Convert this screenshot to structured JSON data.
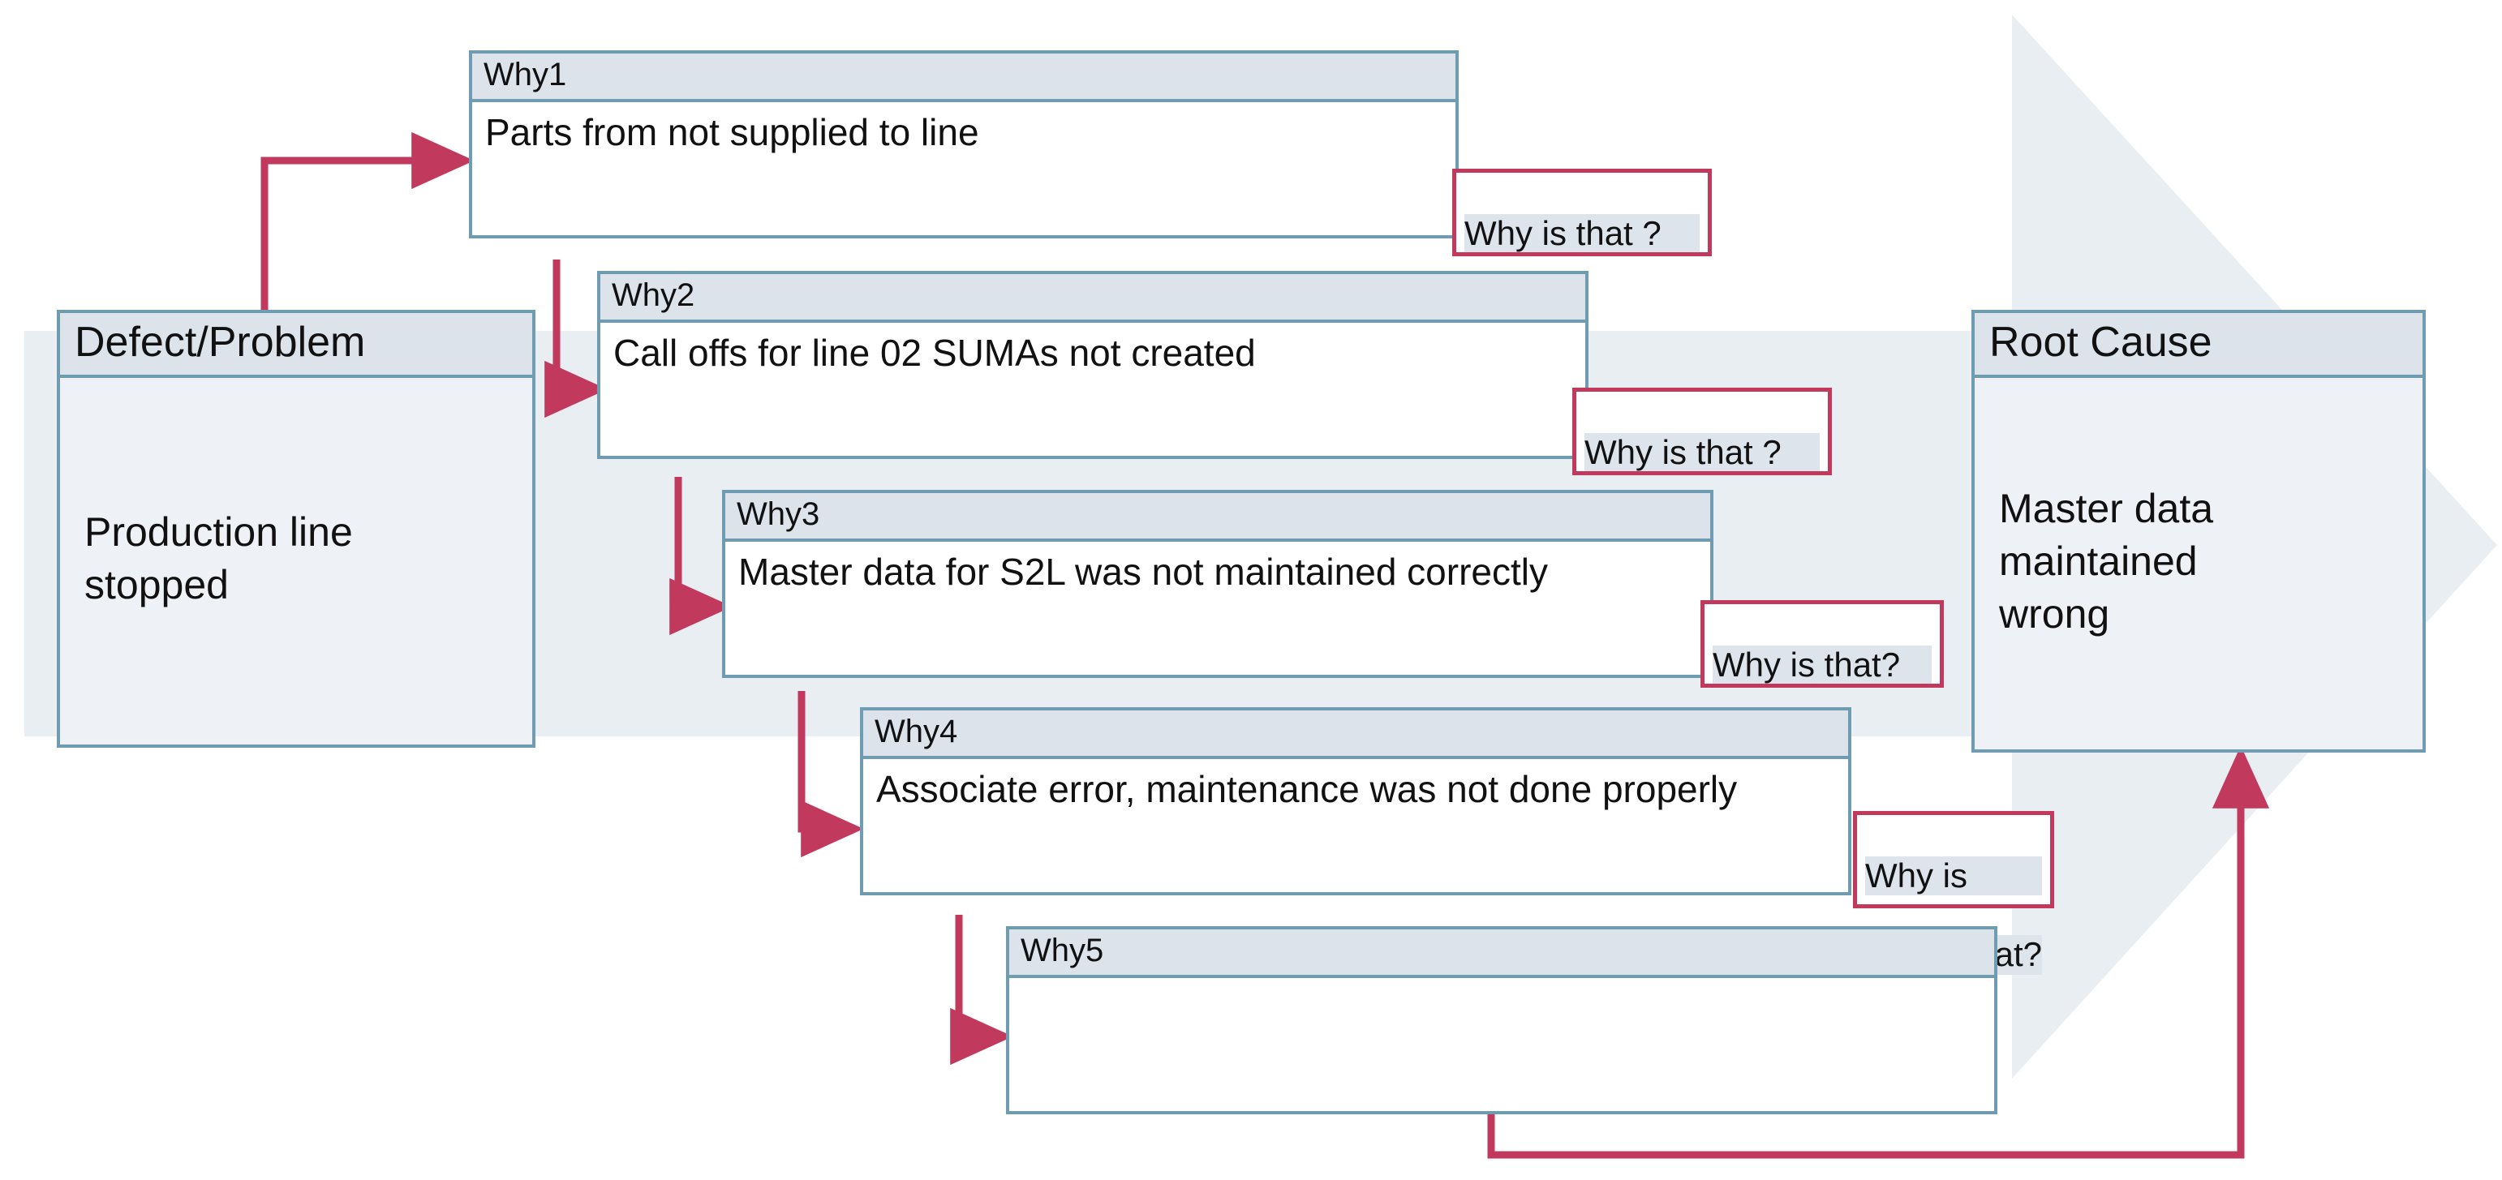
{
  "diagram": {
    "type": "5-why-root-cause-analysis",
    "accent_border_color": "#6f9cb0",
    "header_fill_color": "#dde3eb",
    "connector_color": "#c2395e",
    "watermark_color": "#e9eef2",
    "terminal_fill_color": "#eef2f6"
  },
  "defect": {
    "header": "Defect/Problem",
    "text": "Production line\nstopped"
  },
  "whys": [
    {
      "header": "Why1",
      "text": "Parts from not supplied to line"
    },
    {
      "header": "Why2",
      "text": "Call offs for line 02 SUMAs not created"
    },
    {
      "header": "Why3",
      "text": "Master data for S2L was not maintained correctly"
    },
    {
      "header": "Why4",
      "text": "Associate error, maintenance was not done properly"
    },
    {
      "header": "Why5",
      "text": ""
    }
  ],
  "callouts": [
    {
      "text": "Why is that ?",
      "line1": "Why is that ?",
      "line2": ""
    },
    {
      "text": "Why is that ?",
      "line1": "Why is that ?",
      "line2": ""
    },
    {
      "text": "Why is that?",
      "line1": "Why is that?",
      "line2": ""
    },
    {
      "text": "Why is that?",
      "line1": "Why is",
      "line2": "that?"
    }
  ],
  "root_cause": {
    "header": "Root Cause",
    "text": "Master data\nmaintained\nwrong"
  }
}
